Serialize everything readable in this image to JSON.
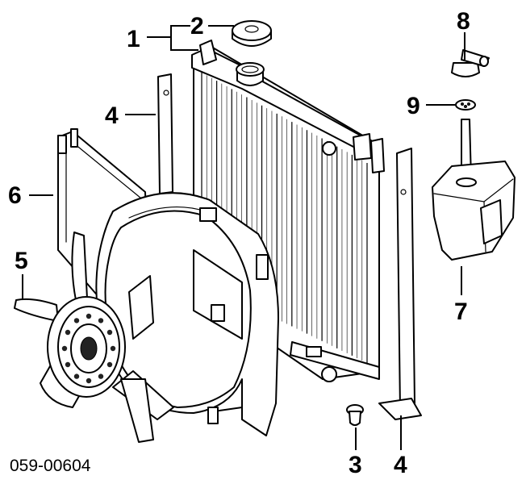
{
  "figure_code": "059-00604",
  "callouts": {
    "c1": "1",
    "c2": "2",
    "c3": "3",
    "c4a": "4",
    "c4b": "4",
    "c5": "5",
    "c6": "6",
    "c7": "7",
    "c8": "8",
    "c9": "9"
  },
  "colors": {
    "ink": "#000000",
    "paper": "#ffffff"
  }
}
